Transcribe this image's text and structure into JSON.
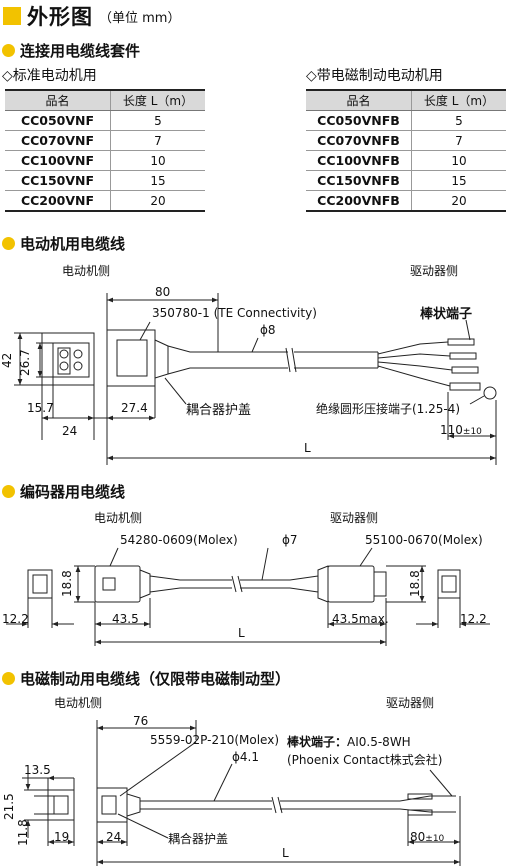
{
  "header": {
    "title": "外形图",
    "unit": "（单位 mm）"
  },
  "section_cable_set": {
    "title": "连接用电缆线套件",
    "standard": {
      "title": "◇标准电动机用",
      "col_model": "品名",
      "col_length": "长度 L（m）",
      "rows": [
        {
          "model": "CC050VNF",
          "length": "5"
        },
        {
          "model": "CC070VNF",
          "length": "7"
        },
        {
          "model": "CC100VNF",
          "length": "10"
        },
        {
          "model": "CC150VNF",
          "length": "15"
        },
        {
          "model": "CC200VNF",
          "length": "20"
        }
      ]
    },
    "brake": {
      "title": "◇带电磁制动电动机用",
      "col_model": "品名",
      "col_length": "长度 L（m）",
      "rows": [
        {
          "model": "CC050VNFB",
          "length": "5"
        },
        {
          "model": "CC070VNFB",
          "length": "7"
        },
        {
          "model": "CC100VNFB",
          "length": "10"
        },
        {
          "model": "CC150VNFB",
          "length": "15"
        },
        {
          "model": "CC200VNFB",
          "length": "20"
        }
      ]
    }
  },
  "section_motor_cable": {
    "title": "电动机用电缆线",
    "motor_side": "电动机侧",
    "driver_side": "驱动器侧",
    "dim_80": "80",
    "connector": "350780-1 (TE Connectivity)",
    "phi": "ϕ8",
    "rod_terminal": "棒状端子",
    "dim_42": "42",
    "dim_26_7": "26.7",
    "dim_15_7": "15.7",
    "dim_27_4": "27.4",
    "coupler_cover": "耦合器护盖",
    "ring_terminal": "绝缘圆形压接端子(1.25-4)",
    "dim_24": "24",
    "dim_110": "110",
    "tol_110": "±10",
    "dim_L": "L"
  },
  "section_encoder_cable": {
    "title": "编码器用电缆线",
    "motor_side": "电动机侧",
    "driver_side": "驱动器侧",
    "connector_left": "54280-0609(Molex)",
    "phi": "ϕ7",
    "connector_right": "55100-0670(Molex)",
    "dim_18_8_left": "18.8",
    "dim_18_8_right": "18.8",
    "dim_12_2_left": "12.2",
    "dim_43_5": "43.5",
    "dim_43_5_max": "43.5max.",
    "dim_12_2_right": "12.2",
    "dim_L": "L"
  },
  "section_brake_cable": {
    "title": "电磁制动用电缆线（仅限带电磁制动型）",
    "motor_side": "电动机侧",
    "driver_side": "驱动器侧",
    "dim_76": "76",
    "connector": "5559-02P-210(Molex)",
    "phi": "ϕ4.1",
    "rod_terminal_label": "棒状端子：",
    "rod_terminal_model": "AI0.5-8WH",
    "maker": "(Phoenix Contact株式会社)",
    "dim_13_5": "13.5",
    "dim_21_5": "21.5",
    "dim_11_8": "11.8",
    "dim_19": "19",
    "dim_24": "24",
    "coupler_cover": "耦合器护盖",
    "dim_80": "80",
    "tol_80": "±10",
    "dim_L": "L"
  }
}
